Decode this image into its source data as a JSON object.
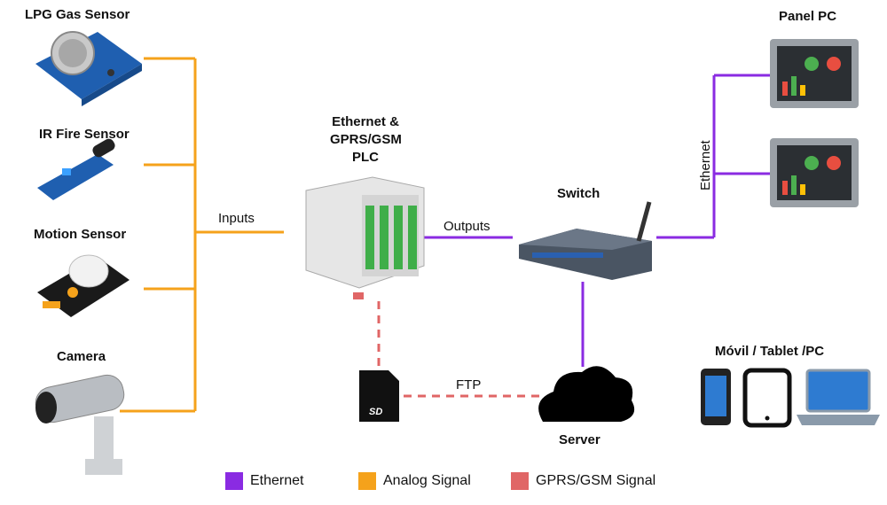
{
  "sensors": {
    "lpg": "LPG Gas Sensor",
    "ir_fire": "IR Fire Sensor",
    "motion": "Motion Sensor",
    "camera": "Camera"
  },
  "plc": {
    "line1": "Ethernet &",
    "line2": "GPRS/GSM",
    "line3": "PLC"
  },
  "links": {
    "inputs": "Inputs",
    "outputs": "Outputs",
    "ftp": "FTP",
    "ethernet_vertical": "Ethernet"
  },
  "devices": {
    "switch": "Switch",
    "server": "Server",
    "panel_pc": "Panel PC",
    "mobile": "Móvil / Tablet /PC"
  },
  "legend": [
    {
      "label": "Ethernet",
      "color": "#8a2be2"
    },
    {
      "label": "Analog Signal",
      "color": "#f5a21b"
    },
    {
      "label": "GPRS/GSM Signal",
      "color": "#e06666"
    }
  ],
  "colors": {
    "ethernet": "#8a2be2",
    "analog": "#f5a21b",
    "gprs": "#e06666"
  }
}
